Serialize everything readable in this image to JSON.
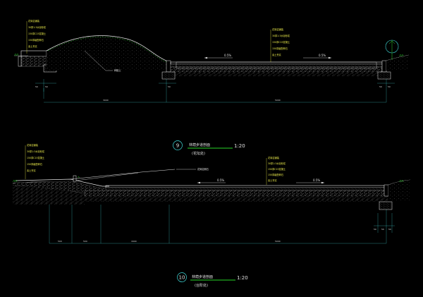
{
  "sections": [
    {
      "id": "section-9",
      "number": "9",
      "title": "林荫步道剖面",
      "subtitle": "(花坛处)",
      "scale": "1:20",
      "leader_labels": [
        "花岗岩铺装",
        "30厚1:3水泥砂浆",
        "150厚C15混凝土",
        "150厚级配碎石",
        "素土夯实"
      ],
      "right_labels": [
        "花岗岩铺装",
        "30厚1:3水泥砂浆",
        "150厚C15混凝土",
        "150厚级配碎石",
        "素土夯实"
      ],
      "mound_label": "种植土",
      "slopes": [
        "0.5%",
        "0.5%"
      ],
      "dims": [
        "50",
        "50",
        "3000",
        "50",
        "5000",
        "50",
        "50"
      ]
    },
    {
      "id": "section-10",
      "number": "10",
      "title": "林荫步道剖面",
      "subtitle": "(台阶处)",
      "scale": "1:20",
      "leader_labels": [
        "花岗岩铺装",
        "30厚1:3水泥砂浆",
        "150厚C15混凝土",
        "150厚级配碎石",
        "素土夯实"
      ],
      "right_labels": [
        "花岗岩铺装",
        "30厚1:3水泥砂浆",
        "150厚C15混凝土",
        "150厚级配碎石",
        "素土夯实"
      ],
      "curb_label": "花岗岩侧石",
      "slopes": [
        "0.5%",
        "0.5%"
      ],
      "dims": [
        "500",
        "500",
        "1600",
        "5000",
        "50",
        "50",
        "50"
      ]
    }
  ],
  "colors": {
    "line_white": "#e6e6e6",
    "line_grey": "#9a9a9a",
    "dim_cyan": "#3fd8d8",
    "hatch_grey": "#7d7d7d",
    "grass_green": "#2fd62f",
    "leader_yellow": "#e8e84a",
    "underline_green": "#29d629",
    "circle_cyan": "#3fd8d8"
  }
}
